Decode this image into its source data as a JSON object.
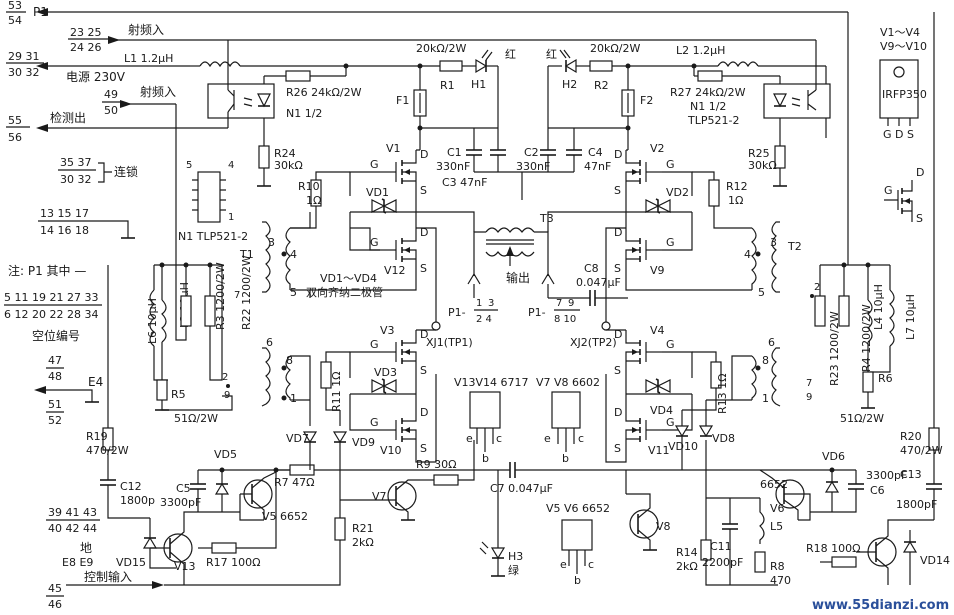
{
  "connectors": {
    "p1": {
      "pins_top": "53",
      "pins_bottom": "54",
      "label": "P1"
    },
    "rf_in_a": {
      "pins_top": "23  25",
      "pins_bottom": "24  26",
      "label": "射频入"
    },
    "power": {
      "pins_top": "29  31",
      "pins_bottom": "30  32",
      "label": "电源 230V"
    },
    "rf_in_b": {
      "pins_top": "49",
      "pins_bottom": "50",
      "label": "射频入"
    },
    "detect_out": {
      "pins_top": "55",
      "pins_bottom": "56",
      "label": "检测出"
    },
    "interlock": {
      "pins_top": "35  37",
      "pins_bottom": "30  32",
      "label": "连锁"
    },
    "gnd_pins": {
      "pins_top": "13  15  17",
      "pins_bottom": "14  16  18"
    },
    "e4": {
      "pins_top": "47",
      "pins_bottom": "48",
      "label": "E4"
    },
    "p51": {
      "pins_top": "51",
      "pins_bottom": "52"
    },
    "ground": {
      "pins_top": "39  41  43",
      "pins_bottom": "40  42  44",
      "label": "地",
      "sub": "E8  E9"
    },
    "control_in": {
      "pins_top": "45",
      "pins_bottom": "46",
      "label": "控制输入"
    },
    "output_p1_left": {
      "text": "P1-",
      "frac_top": "1",
      "frac_mid": "3",
      "frac_bottom": "2  4"
    },
    "output_p1_right": {
      "text": "P1-",
      "frac_top": "7",
      "frac_mid": "9",
      "frac_bottom": "8  10"
    }
  },
  "note": {
    "line1": "注: P1  其中 —",
    "line2": "5  11  19  21  27  33",
    "line3": "6  12  20  22  28  34",
    "line4": "空位编号"
  },
  "labels": {
    "L1": "L1  1.2μH",
    "L2": "L2  1.2μH",
    "R1_val": "20kΩ/2W",
    "R1": "R1",
    "R2_val": "20kΩ/2W",
    "R2": "R2",
    "H1": "H1",
    "H1_color": "红",
    "H2": "H2",
    "H2_color": "红",
    "H3": "H3",
    "H3_color": "绿",
    "F1": "F1",
    "F2": "F2",
    "R26": "R26  24kΩ/2W",
    "R27": "R27  24kΩ/2W",
    "N1a": "N1  1/2",
    "N1b_line1": "N1  1/2",
    "N1b_line2": "TLP521-2",
    "N1_chip": "N1   TLP521-2",
    "R24": "R24",
    "R24_val": "30kΩ",
    "R25": "R25",
    "R25_val": "30kΩ",
    "C1": "C1",
    "C1_val": "330nF",
    "C3": "C3  47nF",
    "C2": "C2",
    "C2_val": "330nF",
    "C4": "C4",
    "C4_val": "47nF",
    "V1": "V1",
    "V2": "V2",
    "V3": "V3",
    "V4": "V4",
    "V9": "V9",
    "V10": "V10",
    "V11": "V11",
    "V12": "V12",
    "VD1": "VD1",
    "VD2": "VD2",
    "VD3": "VD3",
    "VD4": "VD4",
    "R10": "R10",
    "R10_val": "1Ω",
    "R11": "R11  1Ω",
    "R12": "R12",
    "R12_val": "1Ω",
    "R13": "R13  1Ω",
    "T1": "T1",
    "T2": "T2",
    "T3": "T3",
    "vd_note": "VD1～VD4",
    "vd_note2": "双向齐纳二极管",
    "output": "输出",
    "C8": "C8",
    "C8_val": "0.047μF",
    "XJ1": "XJ1(TP1)",
    "XJ2": "XJ2(TP2)",
    "L6": "L6  10μH",
    "L3": "L3  10μH",
    "R3": "R3  1200/2W",
    "R22": "R22  1200/2W",
    "R5": "R5",
    "R5_val": "51Ω/2W",
    "R23": "R23  1200/2W",
    "R4": "R4  1200/2W",
    "L4": "L4  10μH",
    "L7": "L7  10μH",
    "R6": "R6",
    "R6_val": "51Ω/2W",
    "pkg1": "V13V14  6717",
    "pkg2": "V7  V8  6602",
    "pkg3": "V5  V6  6652",
    "R19": "R19",
    "R19_val": "470/2W",
    "R20": "R20",
    "R20_val": "470/2W",
    "C12": "C12",
    "C12_val": "1800p",
    "C13": "C13",
    "C13_val": "1800pF",
    "C5": "C5",
    "C5_val": "3300pF",
    "C6_val": "3300pF",
    "C6": "C6",
    "VD5": "VD5",
    "VD6": "VD6",
    "VD7": "VD7",
    "VD8": "VD8",
    "VD9": "VD9",
    "VD10": "VD10",
    "VD14": "VD14",
    "VD15": "VD15",
    "R7": "R7  47Ω",
    "V5": "V5  6652",
    "V6": "V6",
    "V6_type": "6652",
    "R9": "R9  30Ω",
    "V7": "V7",
    "V8": "V8",
    "C7": "C7  0.047μF",
    "R21": "R21",
    "R21_val": "2kΩ",
    "R14": "R14",
    "R14_val": "2kΩ",
    "C11": "C11",
    "C11_val": "2200pF",
    "L5": "L5",
    "R8": "R8",
    "R8_val": "470",
    "R17": "R17  100Ω",
    "R18": "R18  100Ω",
    "V13": "V13",
    "irfp_range1": "V1～V4",
    "irfp_range2": "V9～V10",
    "irfp_part": "IRFP350",
    "irfp_pins": "G  D  S",
    "fet_G": "G",
    "fet_D": "D",
    "fet_S": "S",
    "watermark": "www.55dianzi.com"
  }
}
